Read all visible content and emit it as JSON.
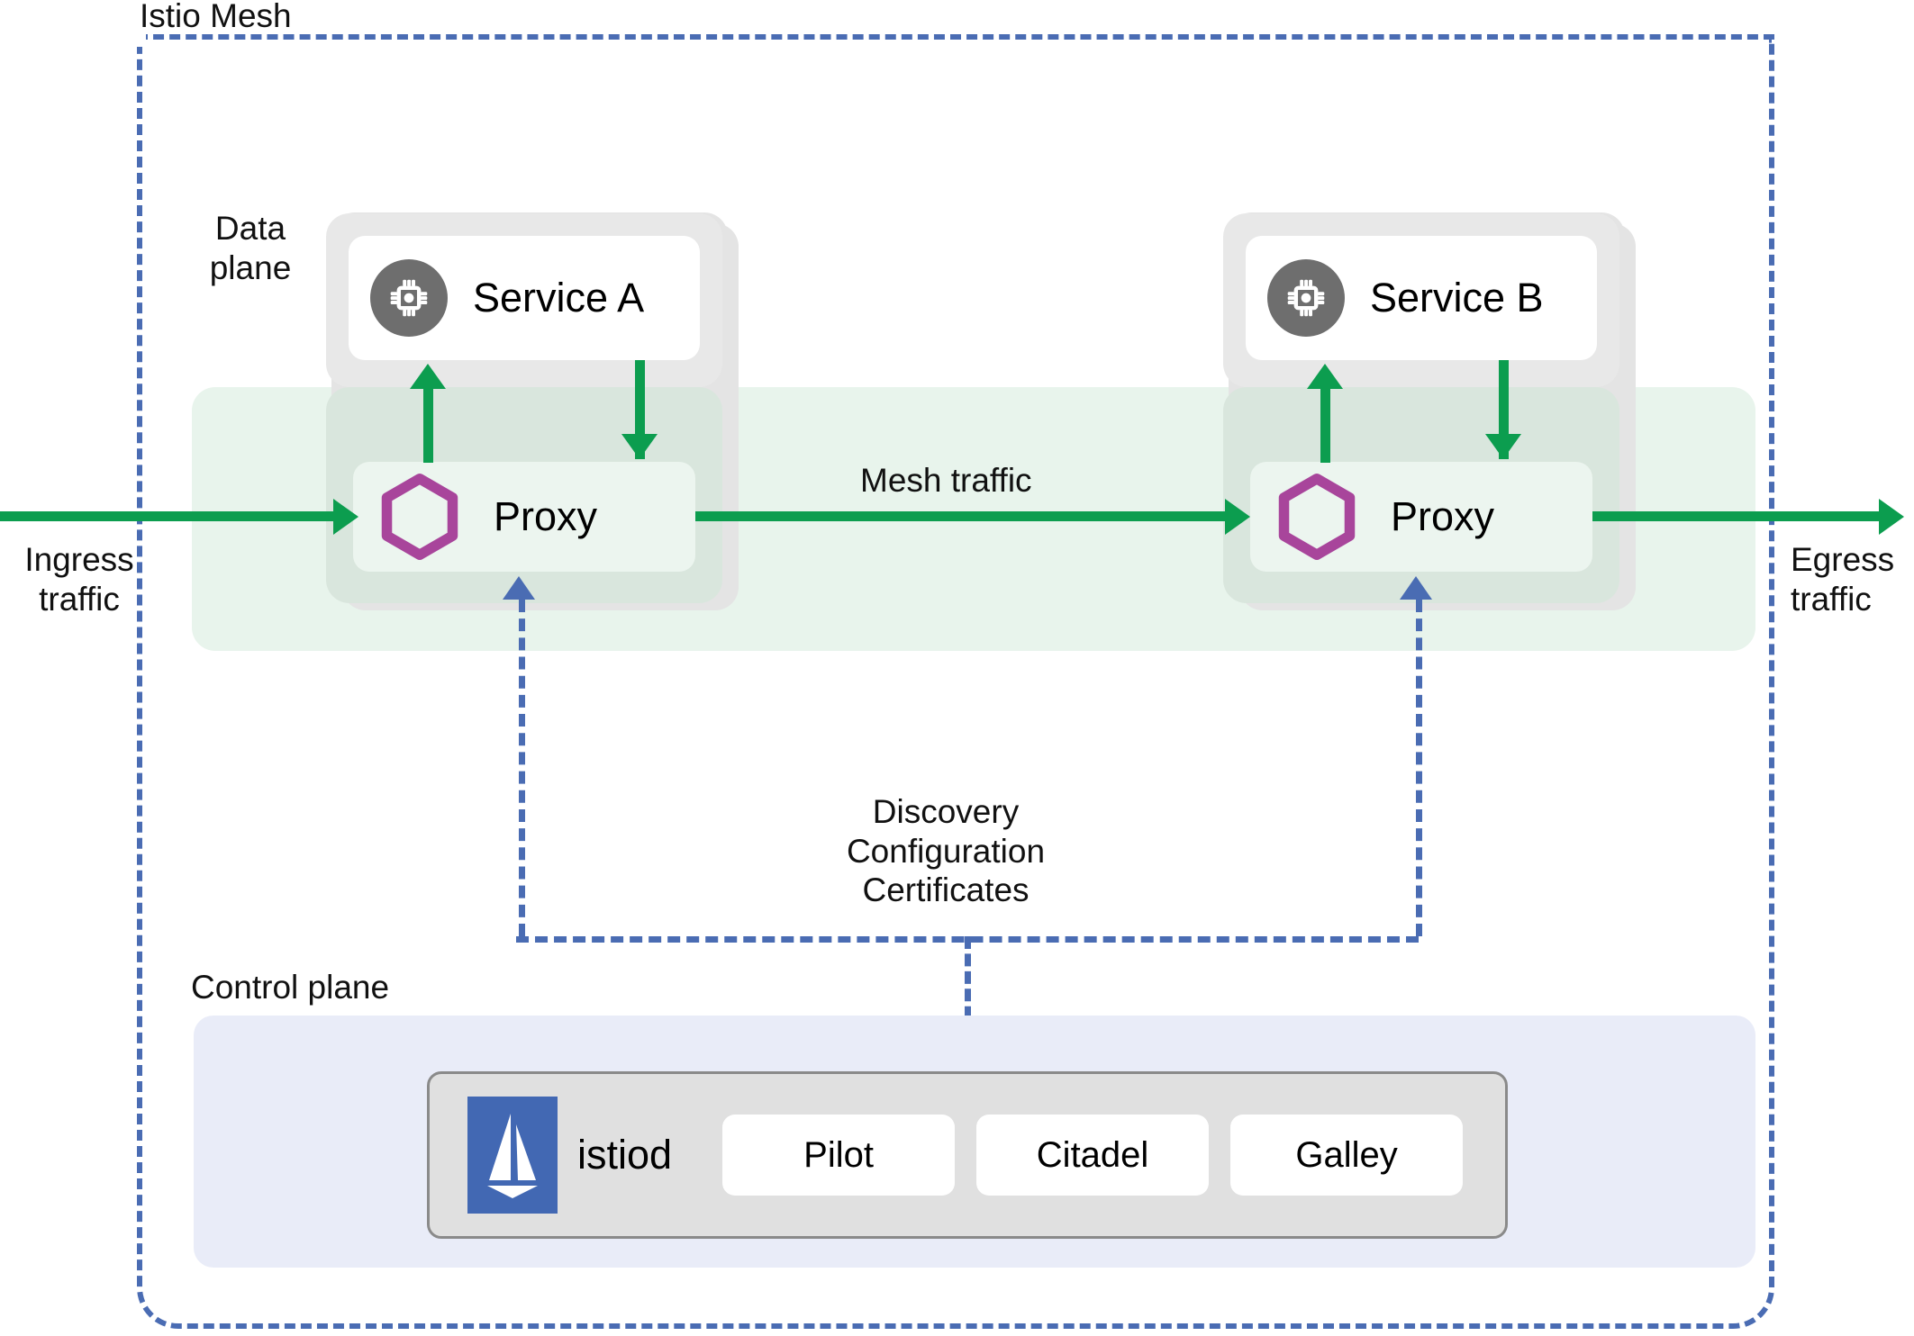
{
  "diagram": {
    "title": "Istio Mesh",
    "labels": {
      "data_plane": "Data\nplane",
      "control_plane": "Control plane",
      "ingress": "Ingress\ntraffic",
      "egress": "Egress\ntraffic",
      "mesh_traffic": "Mesh traffic",
      "control_signals": "Discovery\nConfiguration\nCertificates"
    },
    "colors": {
      "mesh_border": "#4a6cb3",
      "traffic_green": "#0c9d4f",
      "data_plane_band": "#e8f4ec",
      "control_plane_panel": "#e9ecf8",
      "pod_gray": "#e8e8e8",
      "proxy_card": "#ecf5ef",
      "hexagon_purple": "#a8459b",
      "chip_circle": "#6e6e6e",
      "istiod_blue": "#4268b3",
      "istiod_box": "#e0e0e0"
    },
    "pods": [
      {
        "id": "pod-a",
        "service_label": "Service A",
        "service_icon": "cpu-chip-icon",
        "proxy_label": "Proxy",
        "proxy_icon": "hexagon-envoy-icon"
      },
      {
        "id": "pod-b",
        "service_label": "Service B",
        "service_icon": "cpu-chip-icon",
        "proxy_label": "Proxy",
        "proxy_icon": "hexagon-envoy-icon"
      }
    ],
    "control_plane": {
      "istiod_label": "istiod",
      "istiod_icon": "istio-sail-logo",
      "components": [
        "Pilot",
        "Citadel",
        "Galley"
      ]
    }
  }
}
